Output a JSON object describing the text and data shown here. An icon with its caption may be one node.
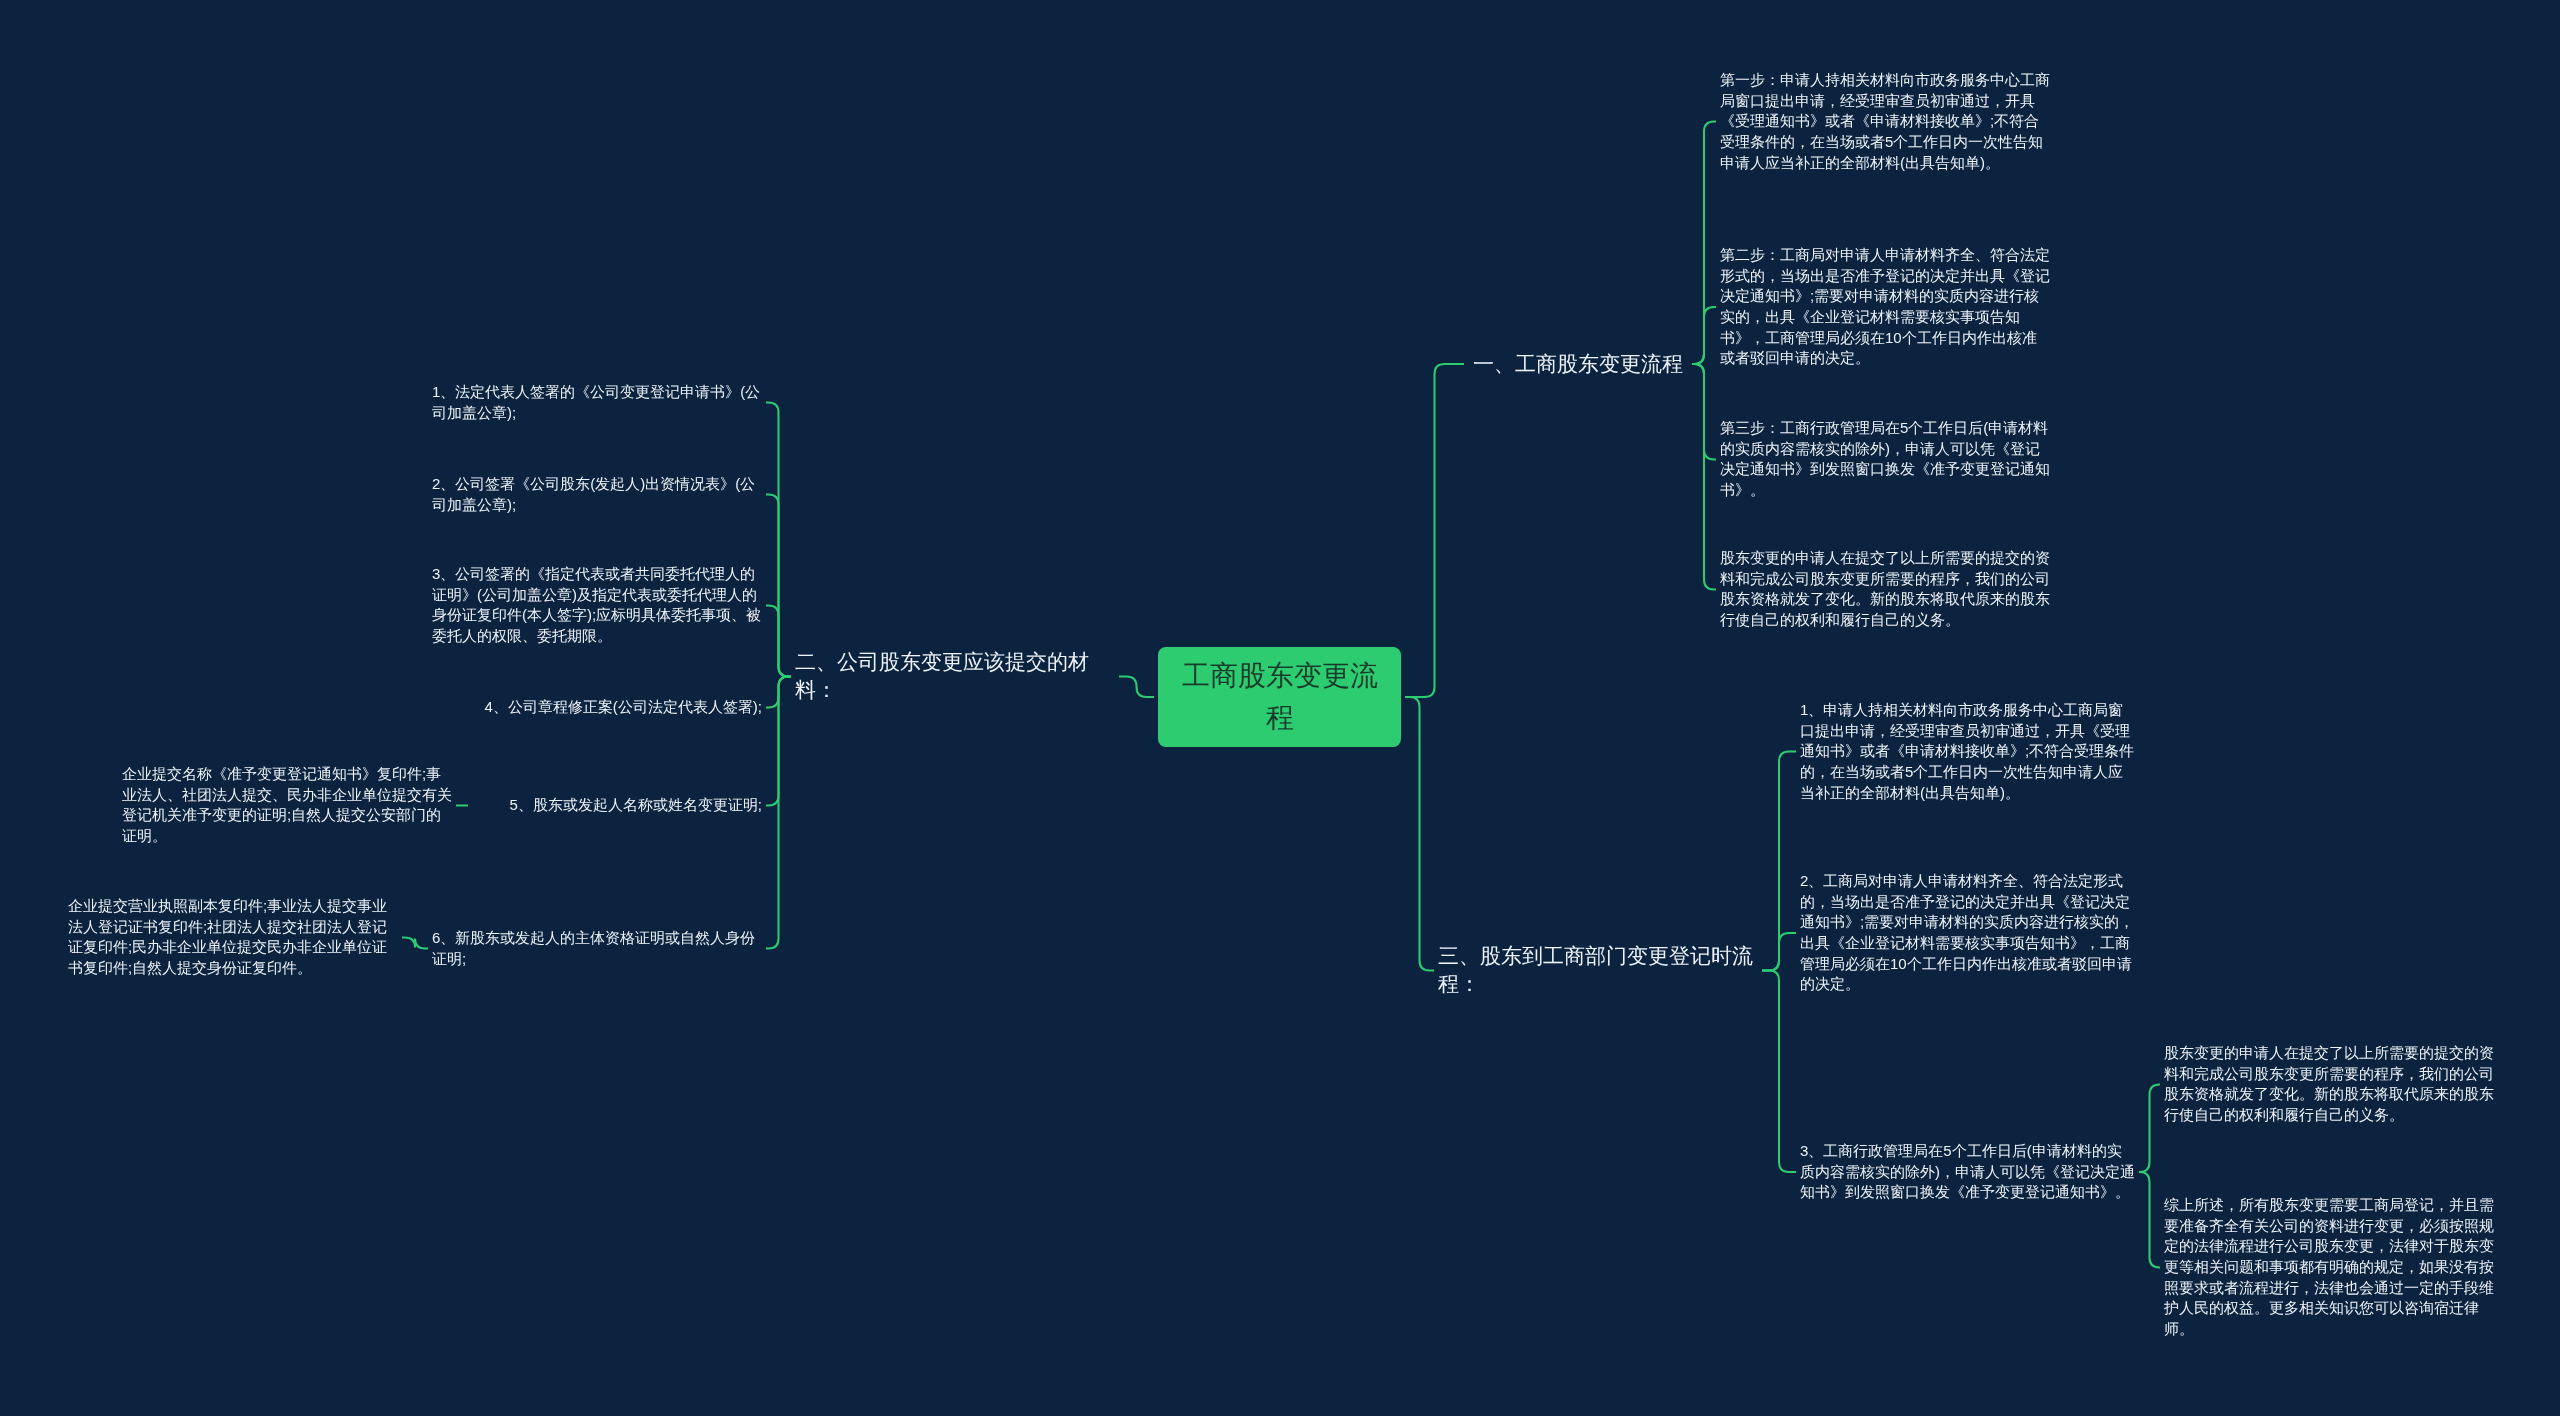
{
  "diagram": {
    "nodes": [
      {
        "text": [
          "工商股东变更流程"
        ]
      },
      {
        "text": [
          "一、工商股东变更流程"
        ]
      },
      {
        "text": [
          "第一步：申请人持相关材料向市政务服务中心工商局窗口提出申请，经受理审查员初审通过，开具《受理通知书》或者《申请材料接收单》;不符合受理条件的，在当场或者5个工作日内一次性告知申请人应当补正的全部材料(出具告知单)。"
        ]
      },
      {
        "text": [
          "第二步：工商局对申请人申请材料齐全、符合法定形式的，当场出是否准予登记的决定并出具《登记决定通知书》;需要对申请材料的实质内容进行核实的，出具《企业登记材料需要核实事项告知书》，工商管理局必须在10个工作日内作出核准或者驳回申请的决定。"
        ]
      },
      {
        "text": [
          "第三步：工商行政管理局在5个工作日后(申请材料的实质内容需核实的除外)，申请人可以凭《登记决定通知书》到发照窗口换发《准予变更登记通知书》。"
        ]
      },
      {
        "text": [
          "股东变更的申请人在提交了以上所需要的提交的资料和完成公司股东变更所需要的程序，我们的公司股东资格就发了变化。新的股东将取代原来的股东行使自己的权利和履行自己的义务。"
        ]
      },
      {
        "text": [
          "二、公司股东变更应该提交的材料："
        ]
      },
      {
        "text": [
          "1、法定代表人签署的《公司变更登记申请书》(公司加盖公章);"
        ]
      },
      {
        "text": [
          "2、公司签署《公司股东(发起人)出资情况表》(公司加盖公章);"
        ]
      },
      {
        "text": [
          "3、公司签署的《指定代表或者共同委托代理人的证明》(公司加盖公章)及指定代表或委托代理人的身份证复印件(本人签字);应标明具体委托事项、被委托人的权限、委托期限。"
        ]
      },
      {
        "text": [
          "4、公司章程修正案(公司法定代表人签署);"
        ]
      },
      {
        "text": [
          "5、股东或发起人名称或姓名变更证明;"
        ]
      },
      {
        "text": [
          "6、新股东或发起人的主体资格证明或自然人身份证明;"
        ]
      },
      {
        "text": [
          "企业提交名称《准予变更登记通知书》复印件;事业法人、社团法人提交、民办非企业单位提交有关登记机关准予变更的证明;自然人提交公安部门的证明。"
        ]
      },
      {
        "text": [
          "企业提交营业执照副本复印件;事业法人提交事业法人登记证书复印件;社团法人提交社团法人登记证复印件;民办非企业单位提交民办非企业单位证书复印件;自然人提交身份证复印件。"
        ]
      },
      {
        "text": [
          "三、股东到工商部门变更登记时流程："
        ]
      },
      {
        "text": [
          "1、申请人持相关材料向市政务服务中心工商局窗口提出申请，经受理审查员初审通过，开具《受理通知书》或者《申请材料接收单》;不符合受理条件的，在当场或者5个工作日内一次性告知申请人应当补正的全部材料(出具告知单)。"
        ]
      },
      {
        "text": [
          "2、工商局对申请人申请材料齐全、符合法定形式的，当场出是否准予登记的决定并出具《登记决定通知书》;需要对申请材料的实质内容进行核实的，出具《企业登记材料需要核实事项告知书》，工商管理局必须在10个工作日内作出核准或者驳回申请的决定。"
        ]
      },
      {
        "text": [
          "3、工商行政管理局在5个工作日后(申请材料的实质内容需核实的除外)，申请人可以凭《登记决定通知书》到发照窗口换发《准予变更登记通知书》。"
        ]
      },
      {
        "text": [
          "股东变更的申请人在提交了以上所需要的提交的资料和完成公司股东变更所需要的程序，我们的公司股东资格就发了变化。新的股东将取代原来的股东行使自己的权利和履行自己的义务。"
        ]
      },
      {
        "text": [
          "综上所述，所有股东变更需要工商局登记，并且需要准备齐全有关公司的资料进行变更，必须按照规定的法律流程进行公司股东变更，法律对于股东变更等相关问题和事项都有明确的规定，如果没有按照要求或者流程进行，法律也会通过一定的手段维护人民的权益。更多相关知识您可以咨询宿迁律师。"
        ]
      }
    ],
    "edges": [
      {
        "from": 0,
        "to": 1,
        "arrow": "none"
      },
      {
        "from": 1,
        "to": 2,
        "arrow": "none"
      },
      {
        "from": 1,
        "to": 3,
        "arrow": "none"
      },
      {
        "from": 1,
        "to": 4,
        "arrow": "none"
      },
      {
        "from": 1,
        "to": 5,
        "arrow": "none"
      },
      {
        "from": 0,
        "to": 6,
        "arrow": "none"
      },
      {
        "from": 6,
        "to": 7,
        "arrow": "none"
      },
      {
        "from": 6,
        "to": 8,
        "arrow": "none"
      },
      {
        "from": 6,
        "to": 9,
        "arrow": "none"
      },
      {
        "from": 6,
        "to": 10,
        "arrow": "none"
      },
      {
        "from": 6,
        "to": 11,
        "arrow": "none"
      },
      {
        "from": 6,
        "to": 12,
        "arrow": "none"
      },
      {
        "from": 11,
        "to": 13,
        "arrow": "none"
      },
      {
        "from": 12,
        "to": 14,
        "arrow": "none"
      },
      {
        "from": 0,
        "to": 15,
        "arrow": "none"
      },
      {
        "from": 15,
        "to": 16,
        "arrow": "none"
      },
      {
        "from": 15,
        "to": 17,
        "arrow": "none"
      },
      {
        "from": 15,
        "to": 18,
        "arrow": "none"
      },
      {
        "from": 18,
        "to": 19,
        "arrow": "none"
      },
      {
        "from": 18,
        "to": 20,
        "arrow": "none"
      }
    ]
  }
}
